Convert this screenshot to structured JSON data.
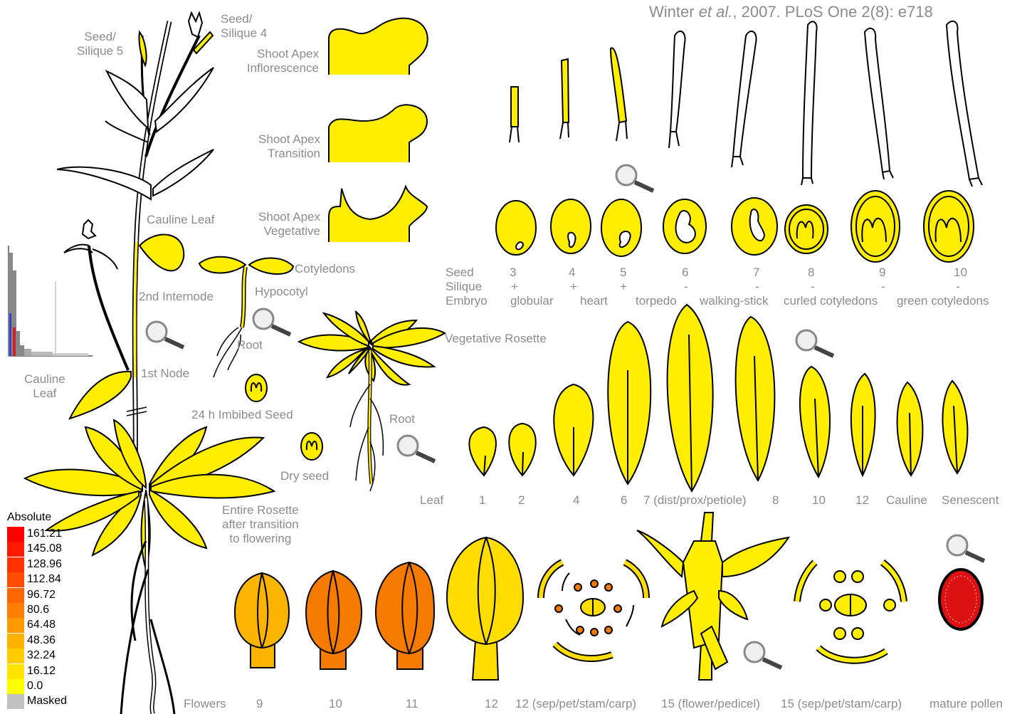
{
  "citation": {
    "authors": "Winter ",
    "etal": "et al.",
    "rest": ", 2007. PLoS One 2(8): e718"
  },
  "colors": {
    "expr_low": "#ffee00",
    "orange_light": "#fbb400",
    "orange_mid": "#f47a00",
    "pollen_red": "#dd1111",
    "label_gray": "#8c8c8c",
    "hist_gray": "#888888"
  },
  "legend": {
    "title": "Absolute",
    "entries": [
      {
        "value": "161.21",
        "color": "#ff0000"
      },
      {
        "value": "145.08",
        "color": "#ff1a00"
      },
      {
        "value": "128.96",
        "color": "#ff3300"
      },
      {
        "value": "112.84",
        "color": "#ff4d00"
      },
      {
        "value": "96.72",
        "color": "#ff6600"
      },
      {
        "value": "80.6",
        "color": "#ff8000"
      },
      {
        "value": "64.48",
        "color": "#ff9900"
      },
      {
        "value": "48.36",
        "color": "#ffb300"
      },
      {
        "value": "32.24",
        "color": "#ffcc00"
      },
      {
        "value": "16.12",
        "color": "#ffe600"
      },
      {
        "value": "0.0",
        "color": "#ffff00"
      },
      {
        "value": "Masked",
        "color": "#c0c0c0"
      }
    ]
  },
  "plant_labels": {
    "seed_silique5": "Seed/\nSilique 5",
    "seed_silique4": "Seed/\nSilique 4",
    "cauline_leaf_upper": "Cauline Leaf",
    "second_internode": "2nd Internode",
    "first_node": "1st Node",
    "cauline_leaf_lower": "Cauline\nLeaf",
    "entire_rosette": "Entire Rosette\nafter transition\n to flowering"
  },
  "apex_labels": {
    "inflorescence": "Shoot Apex\nInflorescence",
    "transition": "Shoot Apex\nTransition",
    "vegetative": "Shoot Apex\nVegetative"
  },
  "seedling_labels": {
    "cotyledons": "Cotyledons",
    "hypocotyl": "Hypocotyl",
    "root": "Root",
    "imbibed": "24 h Imbibed Seed",
    "dry": "Dry seed"
  },
  "rosette_labels": {
    "vegetative_rosette": "Vegetative Rosette",
    "root": "Root"
  },
  "seed_row": {
    "row_labels": [
      "Seed",
      "Silique",
      "Embryo"
    ],
    "stages": [
      "3",
      "4",
      "5",
      "6",
      "7",
      "8",
      "9",
      "10"
    ],
    "silique": [
      "+",
      "+",
      "+",
      "-",
      "-",
      "-",
      "-",
      "-"
    ],
    "embryo": [
      "globular",
      "heart",
      "torpedo",
      "walking-stick",
      "curled cotyledons",
      "green cotyledons"
    ]
  },
  "leaf_row": {
    "label": "Leaf",
    "items": [
      "1",
      "2",
      "4",
      "6",
      "7 (dist/prox/petiole)",
      "8",
      "10",
      "12",
      "Cauline",
      "Senescent"
    ]
  },
  "flower_row": {
    "label": "Flowers",
    "items": [
      "9",
      "10",
      "11",
      "12",
      "12 (sep/pet/stam/carp)",
      "15 (flower/pedicel)",
      "15 (sep/pet/stam/carp)",
      "mature pollen"
    ]
  }
}
